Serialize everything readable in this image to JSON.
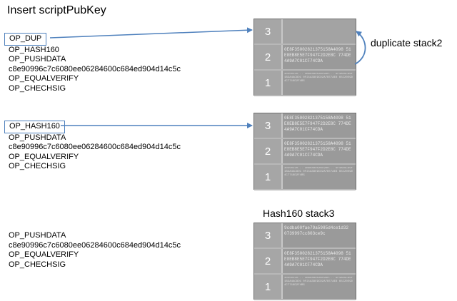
{
  "title": "Insert scriptPubKey",
  "panel1": {
    "ops": [
      "OP_DUP",
      "OP_HASH160",
      "OP_PUSHDATA",
      "c8e90996c7c6080ee06284600c684ed904d14c5c",
      "OP_EQUALVERIFY",
      "OP_CHECHSIG"
    ],
    "stack": [
      {
        "index": "3",
        "value": ""
      },
      {
        "index": "2",
        "value": "0E8F35002821375158A4098 51E8EB8E5E7F947F2D2E8C 774DE4A9A7C01CF74CDA"
      },
      {
        "index": "1",
        "value": "30450220... 3B6E88D52BC9A0... 9F4AE9C99F1B3A4AC8D1 0F21A38E9CD2A7EE7AE8 65C20E9D4C7718D2F4B5"
      }
    ],
    "annotation": "duplicate stack2"
  },
  "panel2": {
    "ops": [
      "OP_HASH160",
      "OP_PUSHDATA",
      "c8e90996c7c6080ee06284600c684ed904d14c5c",
      "OP_EQUALVERIFY",
      "OP_CHECHSIG"
    ],
    "stack": [
      {
        "index": "3",
        "value": "0E8F35002821375158A4098 51E8EB8E5E7F947F2D2E8C 774DE4A9A7C01CF74CDA"
      },
      {
        "index": "2",
        "value": "0E8F35002821375158A4098 51E8EB8E5E7F947F2D2E8C 774DE4A9A7C01CF74CDA"
      },
      {
        "index": "1",
        "value": "30450220... 3B6E88D52BC9A0... 9F4AE9C99F1B3A4AC8D1 0F21A38E9CD2A7EE7AE8 65C20E9D4C7718D2F4B5"
      }
    ]
  },
  "panel3": {
    "heading": "Hash160 stack3",
    "ops": [
      "OP_PUSHDATA",
      "c8e90996c7c6080ee06284600c684ed904d14c5c",
      "OP_EQUALVERIFY",
      "OP_CHECHSIG"
    ],
    "stack": [
      {
        "index": "3",
        "value": "9cdba00fae79a5985d4ce1d32 0739997cc803ce9c"
      },
      {
        "index": "2",
        "value": "0E8F35002821375158A4098 51E8EB8E5E7F947F2D2E8C 774DE4A9A7C01CF74CDA"
      },
      {
        "index": "1",
        "value": "30450220... 3B6E88D52BC9A0... 9F4AE9C99F1B3A4AC8D1 0F21A38E9CD2A7EE7AE8 65C20E9D4C7718D2F4B5"
      }
    ]
  },
  "colors": {
    "arrow": "#4f81bd",
    "stack": "#9a9a9a"
  }
}
